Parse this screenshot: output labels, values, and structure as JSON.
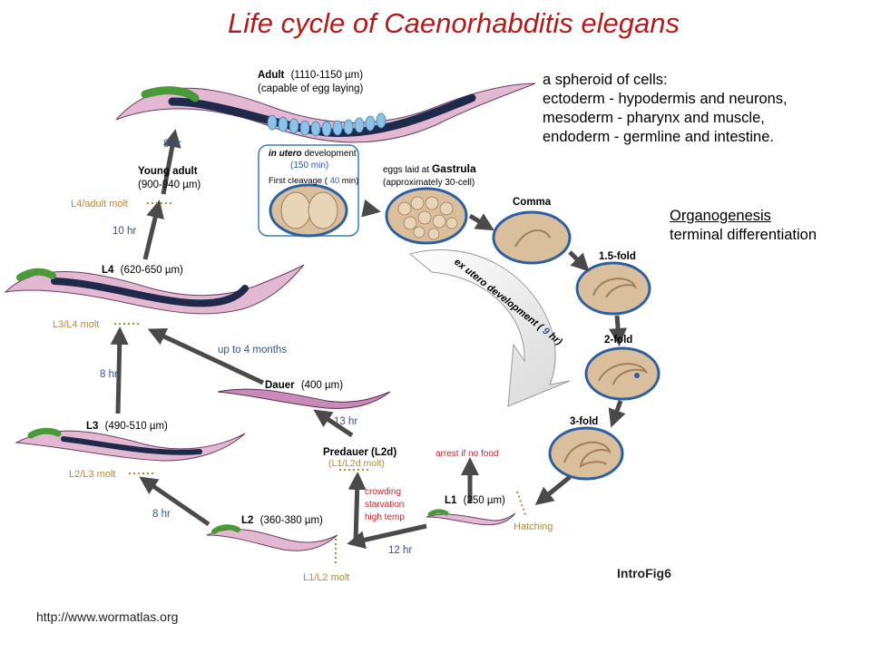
{
  "title": "Life cycle of Caenorhabditis elegans",
  "description": [
    "a spheroid of cells:",
    "ectoderm - hypodermis and neurons,",
    "mesoderm - pharynx and muscle,",
    "endoderm -  germline and intestine."
  ],
  "organogenesis": {
    "heading": "Organogenesis",
    "text": "terminal differentiation"
  },
  "source_url": "http://www.wormatlas.org",
  "figure_id": "IntroFig6",
  "stages": {
    "adult": {
      "name": "Adult",
      "size": "(1110-1150 µm)",
      "note": "(capable of egg laying)"
    },
    "young_adult": {
      "name": "Young adult",
      "size": "(900-940 µm)"
    },
    "l4": {
      "name": "L4",
      "size": "(620-650 µm)"
    },
    "l3": {
      "name": "L3",
      "size": "(490-510 µm)"
    },
    "l2": {
      "name": "L2",
      "size": "(360-380 µm)"
    },
    "l1": {
      "name": "L1",
      "size": "(250 µm)"
    },
    "dauer": {
      "name": "Dauer",
      "size": "(400 µm)"
    },
    "predauer": {
      "name": "Predauer (L2d)",
      "molt": "(L1/L2d molt)"
    },
    "gastrula": {
      "prefix": "eggs laid at ",
      "name": "Gastrula",
      "note": "(approximately 30-cell)"
    },
    "comma": "Comma",
    "fold_15": "1.5-fold",
    "fold_2": "2-fold",
    "fold_3": "3-fold"
  },
  "in_utero": {
    "title": "in utero",
    "title_rest": " development",
    "time": "(150 min)",
    "cleavage": "First cleavage (",
    "cleavage_time": "40",
    "cleavage_unit": " min)"
  },
  "ex_utero": {
    "label": "ex utero development (",
    "time": "9",
    "unit": " hr)"
  },
  "molts": {
    "l4_adult": "L4/adult molt",
    "l3_l4": "L3/L4 molt",
    "l2_l3": "L2/L3 molt",
    "l1_l2": "L1/L2 molt",
    "hatching": "Hatching"
  },
  "durations": {
    "young_to_adult": "8 hr",
    "l4_to_young": "10 hr",
    "l3_to_l4": "8 hr",
    "l2_to_l3": "8 hr",
    "l1_to_l2": "12 hr",
    "predauer_to_dauer": "13 hr",
    "dauer_to_l4": "up to 4 months"
  },
  "conditions": {
    "arrest": "arrest if no food",
    "crowding": "crowding",
    "starvation": "starvation",
    "high_temp": "high temp"
  },
  "colors": {
    "title": "#b31b1b",
    "duration_text": "#2f5496",
    "molt_text": "#b08a3e",
    "condition_text": "#c0282d",
    "arrow": "#555555",
    "worm_body": "#e2b8d3",
    "worm_gut": "#1f2a4a",
    "worm_pharynx": "#4a9a3a",
    "egg_fill": "#d9bf9c",
    "egg_stroke": "#2c5fa0"
  }
}
